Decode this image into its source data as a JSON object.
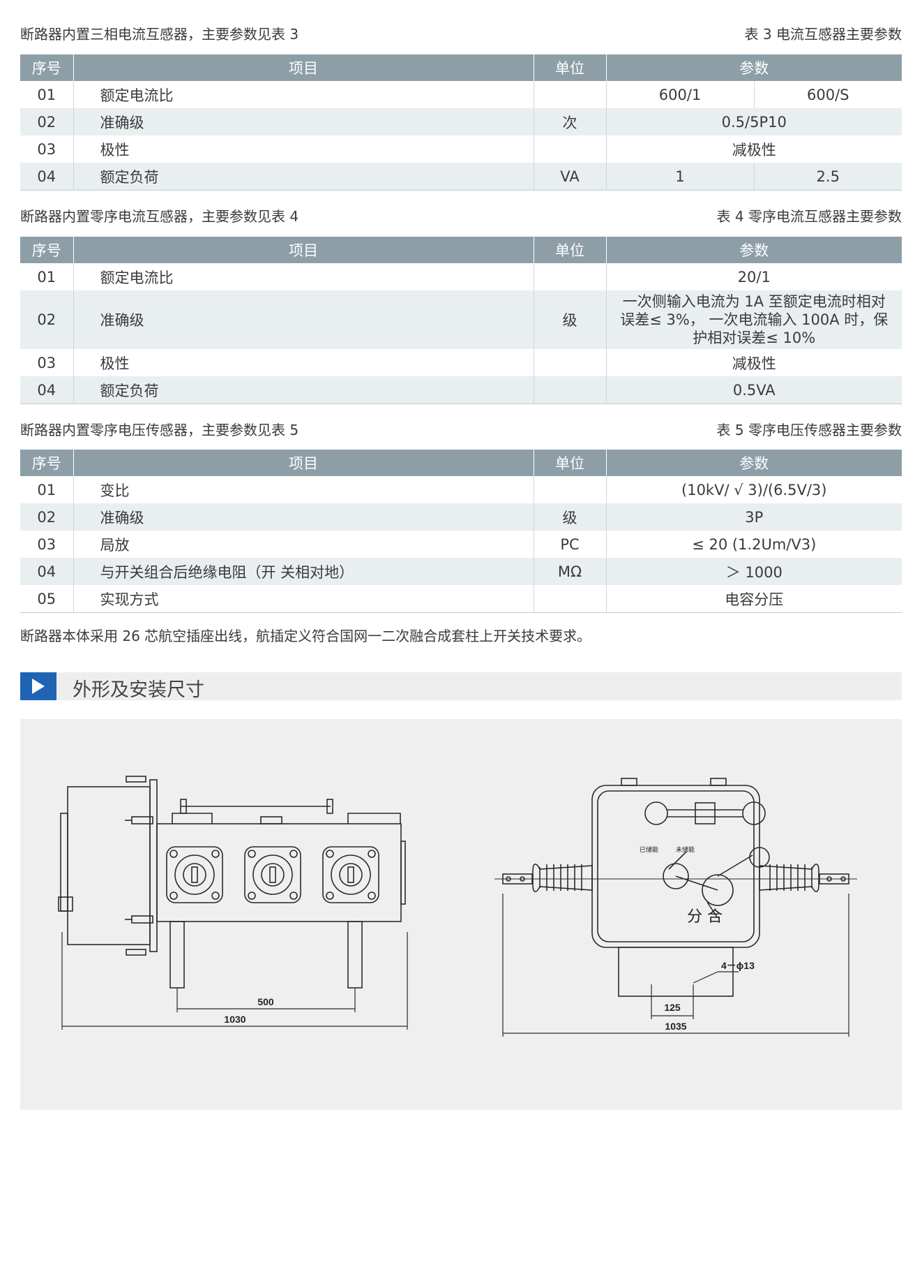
{
  "table3": {
    "intro": "断路器内置三相电流互感器，主要参数见表 3",
    "caption": "表 3 电流互感器主要参数",
    "headers": [
      "序号",
      "项目",
      "单位",
      "参数"
    ],
    "rows": [
      {
        "no": "01",
        "item": "额定电流比",
        "unit": "",
        "param_a": "600/1",
        "param_b": "600/S"
      },
      {
        "no": "02",
        "item": "准确级",
        "unit": "次",
        "param": "0.5/5P10"
      },
      {
        "no": "03",
        "item": "极性",
        "unit": "",
        "param": "减极性"
      },
      {
        "no": "04",
        "item": "额定负荷",
        "unit": "VA",
        "param_a": "1",
        "param_b": "2.5"
      }
    ]
  },
  "table4": {
    "intro": "断路器内置零序电流互感器，主要参数见表 4",
    "caption": "表 4 零序电流互感器主要参数",
    "headers": [
      "序号",
      "项目",
      "单位",
      "参数"
    ],
    "rows": [
      {
        "no": "01",
        "item": "额定电流比",
        "unit": "",
        "param": "20/1"
      },
      {
        "no": "02",
        "item": "准确级",
        "unit": "级",
        "param_lines": [
          "一次侧输入电流为 1A 至额定电流时相对",
          "误差≤ 3%， 一次电流输入 100A 时，保",
          "护相对误差≤ 10%"
        ]
      },
      {
        "no": "03",
        "item": "极性",
        "unit": "",
        "param": "减极性"
      },
      {
        "no": "04",
        "item": "额定负荷",
        "unit": "",
        "param": "0.5VA"
      }
    ]
  },
  "table5": {
    "intro": "断路器内置零序电压传感器，主要参数见表 5",
    "caption": "表 5 零序电压传感器主要参数",
    "headers": [
      "序号",
      "项目",
      "单位",
      "参数"
    ],
    "rows": [
      {
        "no": "01",
        "item": "变比",
        "unit": "",
        "param": "(10kV/ √ 3)/(6.5V/3)"
      },
      {
        "no": "02",
        "item": "准确级",
        "unit": "级",
        "param": "3P"
      },
      {
        "no": "03",
        "item": "局放",
        "unit": "PC",
        "param": "≤ 20 (1.2Um/V3)"
      },
      {
        "no": "04",
        "item": "与开关组合后绝缘电阻（开 关相对地）",
        "unit": "MΩ",
        "param": "＞ 1000"
      },
      {
        "no": "05",
        "item": "实现方式",
        "unit": "",
        "param": "电容分压"
      }
    ]
  },
  "note": "断路器本体采用 26 芯航空插座出线，航插定义符合国网一二次融合成套柱上开关技术要求。",
  "section": {
    "title": "外形及安装尺寸",
    "accent_color": "#1f64b4",
    "icon": "play-triangle-icon"
  },
  "drawing": {
    "side_view": {
      "dim_inner": "500",
      "dim_outer": "1030"
    },
    "front_view": {
      "dim_inner": "125",
      "dim_outer": "1035",
      "hole_label": "4－ϕ13",
      "label_charged": "已储能",
      "label_uncharged": "未储能",
      "label_open_close": "分 合"
    }
  },
  "colors": {
    "header_bg": "#8d9ea6",
    "alt_row_bg": "#e9eef1",
    "drawing_bg": "#efefef"
  }
}
